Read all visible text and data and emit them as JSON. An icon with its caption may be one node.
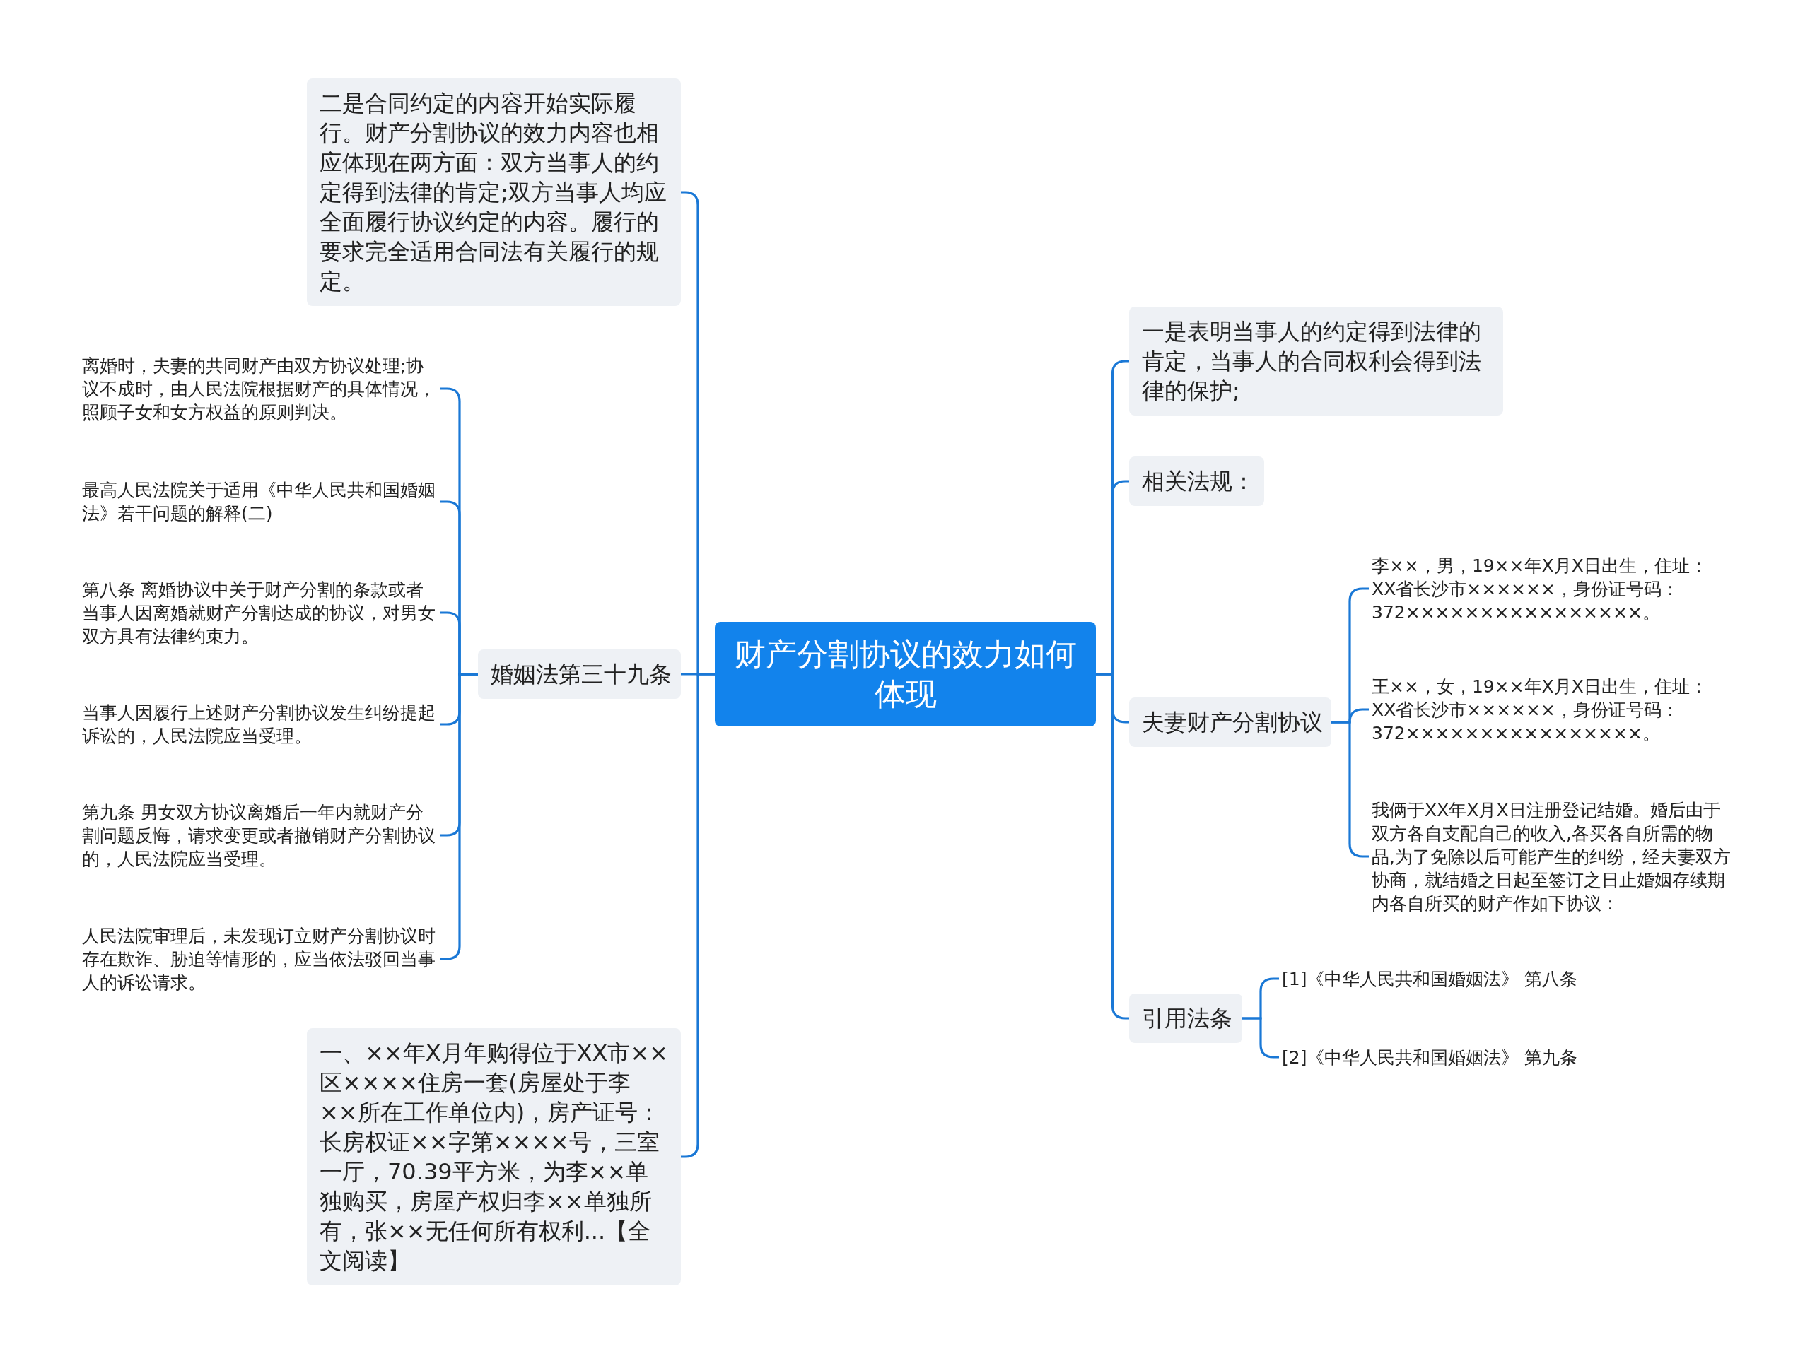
{
  "diagram": {
    "nodes": [
      {
        "text": [
          "财产分割协议的效力如何体现"
        ]
      },
      {
        "text": [
          "二是合同约定的内容开始实际履行。财产分割协议的效力内容也相应体现在两方面：双方当事人的约定得到法律的肯定;双方当事人均应全面履行协议约定的内容。履行的要求完全适用合同法有关履行的规定。"
        ]
      },
      {
        "text": [
          "婚姻法第三十九条"
        ]
      },
      {
        "text": [
          "离婚时，夫妻的共同财产由双方协议处理;协议不成时，由人民法院根据财产的具体情况，照顾子女和女方权益的原则判决。"
        ]
      },
      {
        "text": [
          "最高人民法院关于适用《中华人民共和国婚姻法》若干问题的解释(二)"
        ]
      },
      {
        "text": [
          "第八条 离婚协议中关于财产分割的条款或者当事人因离婚就财产分割达成的协议，对男女双方具有法律约束力。"
        ]
      },
      {
        "text": [
          "当事人因履行上述财产分割协议发生纠纷提起诉讼的，人民法院应当受理。"
        ]
      },
      {
        "text": [
          "第九条 男女双方协议离婚后一年内就财产分割问题反悔，请求变更或者撤销财产分割协议的，人民法院应当受理。"
        ]
      },
      {
        "text": [
          "人民法院审理后，未发现订立财产分割协议时存在欺诈、胁迫等情形的，应当依法驳回当事人的诉讼请求。"
        ]
      },
      {
        "text": [
          "一、××年X月年购得位于XX市××区××××住房一套(房屋处于李××所在工作单位内)，房产证号：长房权证××字第××××号，三室一厅，70.39平方米，为李××单独购买，房屋产权归李××单独所有，张××无任何所有权利...【全文阅读】"
        ]
      },
      {
        "text": [
          "一是表明当事人的约定得到法律的肯定，当事人的合同权利会得到法律的保护;"
        ]
      },
      {
        "text": [
          "相关法规："
        ]
      },
      {
        "text": [
          "夫妻财产分割协议"
        ]
      },
      {
        "text": [
          "李××，男，19××年X月X日出生，住址：XX省长沙市××××××，身份证号码：372××××××××××××××××。"
        ]
      },
      {
        "text": [
          "王××，女，19××年X月X日出生，住址：XX省长沙市××××××，身份证号码：372××××××××××××××××。"
        ]
      },
      {
        "text": [
          "我俩于XX年X月X日注册登记结婚。婚后由于双方各自支配自己的收入,各买各自所需的物品,为了免除以后可能产生的纠纷，经夫妻双方协商，就结婚之日起至签订之日止婚姻存续期内各自所买的财产作如下协议："
        ]
      },
      {
        "text": [
          "引用法条"
        ]
      },
      {
        "text": [
          "[1]《中华人民共和国婚姻法》 第八条"
        ]
      },
      {
        "text": [
          "[2]《中华人民共和国婚姻法》 第九条"
        ]
      }
    ],
    "edges": [
      {
        "from": 0,
        "to": 1,
        "arrow": "none"
      },
      {
        "from": 0,
        "to": 2,
        "arrow": "none"
      },
      {
        "from": 0,
        "to": 9,
        "arrow": "none"
      },
      {
        "from": 2,
        "to": 3,
        "arrow": "none"
      },
      {
        "from": 2,
        "to": 4,
        "arrow": "none"
      },
      {
        "from": 2,
        "to": 5,
        "arrow": "none"
      },
      {
        "from": 2,
        "to": 6,
        "arrow": "none"
      },
      {
        "from": 2,
        "to": 7,
        "arrow": "none"
      },
      {
        "from": 2,
        "to": 8,
        "arrow": "none"
      },
      {
        "from": 0,
        "to": 10,
        "arrow": "none"
      },
      {
        "from": 0,
        "to": 11,
        "arrow": "none"
      },
      {
        "from": 0,
        "to": 12,
        "arrow": "none"
      },
      {
        "from": 12,
        "to": 13,
        "arrow": "none"
      },
      {
        "from": 12,
        "to": 14,
        "arrow": "none"
      },
      {
        "from": 12,
        "to": 15,
        "arrow": "none"
      },
      {
        "from": 0,
        "to": 16,
        "arrow": "none"
      },
      {
        "from": 16,
        "to": 17,
        "arrow": "none"
      },
      {
        "from": 16,
        "to": 18,
        "arrow": "none"
      }
    ]
  }
}
